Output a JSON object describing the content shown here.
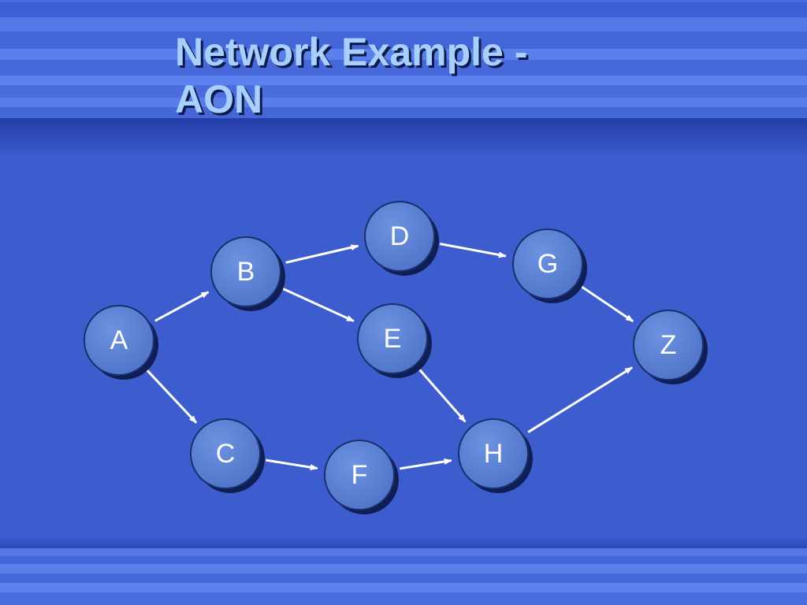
{
  "title": {
    "line1": "Network Example -",
    "line2": "AON"
  },
  "colors": {
    "background": "#3d5dcf",
    "title_text": "#a8d0ff",
    "node_fill": "#5b82d4",
    "node_outline": "#1a2f6e",
    "node_shadow": "#0f1f55",
    "arrow": "#ffffff",
    "label": "#ffffff"
  },
  "nodes": [
    {
      "id": "A",
      "label": "A"
    },
    {
      "id": "B",
      "label": "B"
    },
    {
      "id": "C",
      "label": "C"
    },
    {
      "id": "D",
      "label": "D"
    },
    {
      "id": "E",
      "label": "E"
    },
    {
      "id": "F",
      "label": "F"
    },
    {
      "id": "G",
      "label": "G"
    },
    {
      "id": "H",
      "label": "H"
    },
    {
      "id": "Z",
      "label": "Z"
    }
  ],
  "edges": [
    {
      "from": "A",
      "to": "B"
    },
    {
      "from": "A",
      "to": "C"
    },
    {
      "from": "B",
      "to": "D"
    },
    {
      "from": "B",
      "to": "E"
    },
    {
      "from": "C",
      "to": "F"
    },
    {
      "from": "D",
      "to": "G"
    },
    {
      "from": "E",
      "to": "H"
    },
    {
      "from": "F",
      "to": "H"
    },
    {
      "from": "G",
      "to": "Z"
    },
    {
      "from": "H",
      "to": "Z"
    }
  ]
}
